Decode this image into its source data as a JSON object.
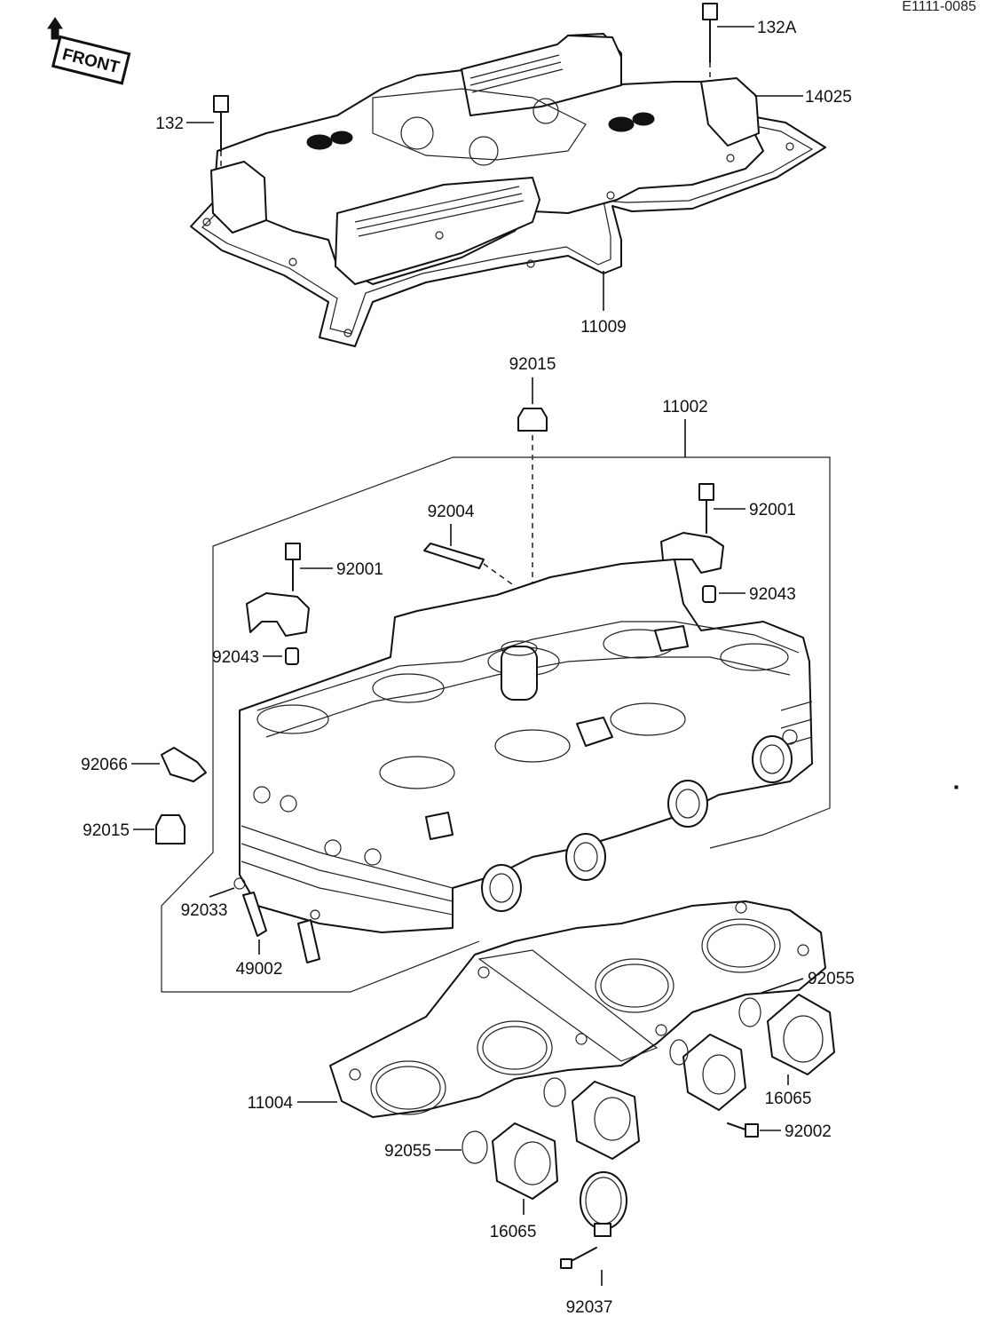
{
  "diagram": {
    "doc_code": "E1111-0085",
    "front_badge": "FRONT",
    "parts": {
      "p132A": "132A",
      "p14025": "14025",
      "p132": "132",
      "p11009": "11009",
      "p92015_top": "92015",
      "p11002": "11002",
      "p92004": "92004",
      "p92001_right": "92001",
      "p92001_left": "92001",
      "p92043_right": "92043",
      "p92043_left": "92043",
      "p92066": "92066",
      "p92015_left": "92015",
      "p92033": "92033",
      "p49002": "49002",
      "p92055_right": "92055",
      "p11004": "11004",
      "p16065_right": "16065",
      "p92002": "92002",
      "p92055_left": "92055",
      "p16065_left": "16065",
      "p92037": "92037"
    }
  }
}
